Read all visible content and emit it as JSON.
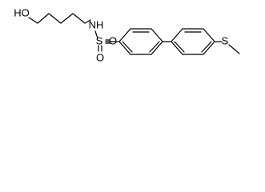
{
  "molecule": {
    "atoms": {
      "hydroxyl": "HO",
      "amine": "NH",
      "sulfur_sulfonyl": "S",
      "oxygen_top": "O",
      "oxygen_bottom": "O",
      "sulfur_thioether": "S"
    }
  }
}
